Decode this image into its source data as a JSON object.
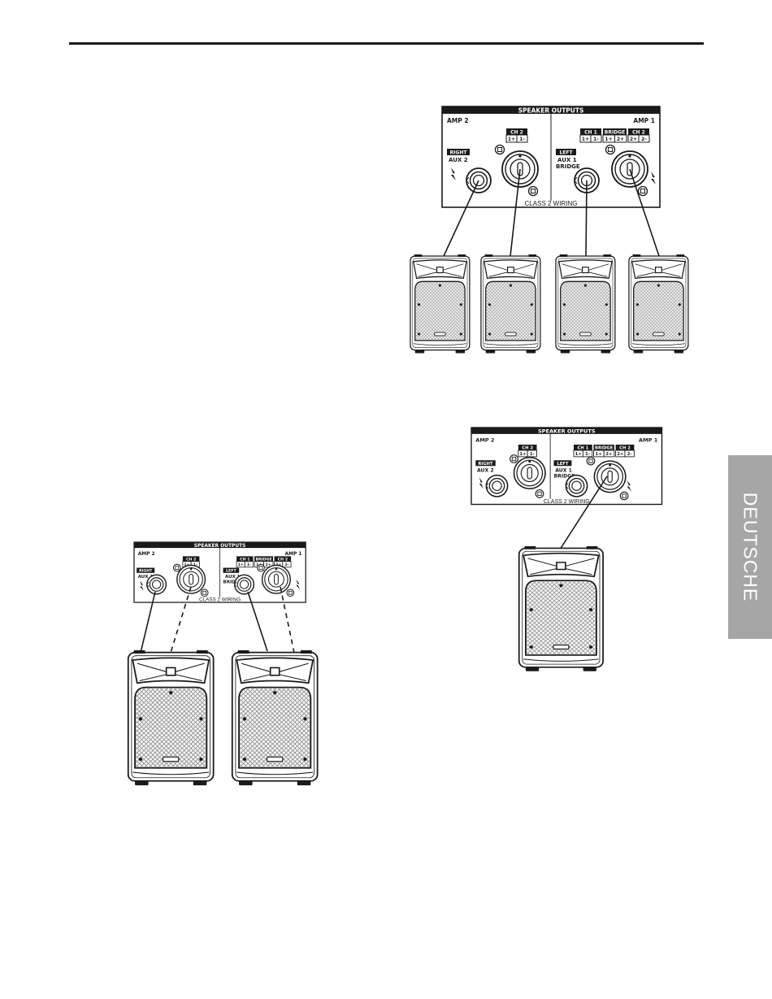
{
  "side_tab": {
    "label": "DEUTSCHE"
  },
  "panel": {
    "title": "SPEAKER OUTPUTS",
    "amp2": "AMP 2",
    "amp1": "AMP 1",
    "ch2_header": "CH 2",
    "ch1_header": "CH 1",
    "bridge_header": "BRIDGE",
    "right_badge": "RIGHT",
    "aux2": "AUX 2",
    "left_badge": "LEFT",
    "aux1": "AUX 1",
    "bridge": "BRIDGE",
    "wiring": "CLASS 2 WIRING",
    "pins": {
      "p1p": "1+",
      "p1m": "1-",
      "p2p": "2+",
      "p2m": "2-"
    }
  }
}
